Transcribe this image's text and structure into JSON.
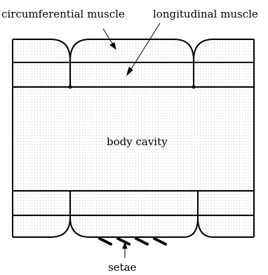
{
  "diagram": {
    "labels": {
      "circumferential_muscle": "circumferential muscle",
      "longitudinal_muscle": "longitudinal muscle",
      "body_cavity": "body cavity",
      "setae": "setae"
    },
    "colors": {
      "stroke": "#000000",
      "dot_fill": "#c8c8c8",
      "background": "#ffffff"
    }
  }
}
